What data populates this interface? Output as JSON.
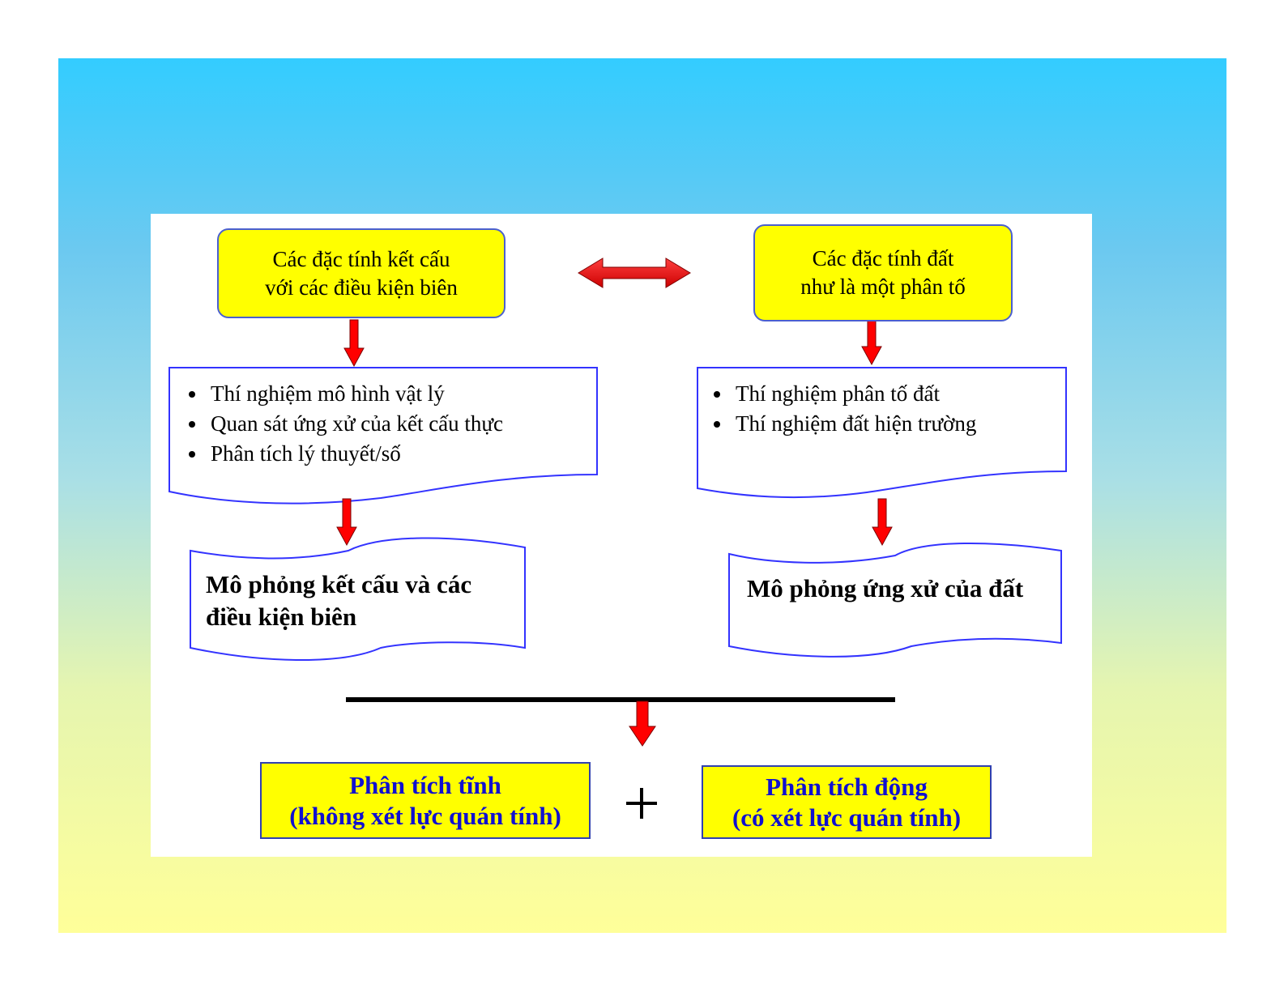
{
  "top_left_box": {
    "lines": [
      "Các đặc tính kết cấu",
      "với các điều kiện biên"
    ]
  },
  "top_right_box": {
    "lines": [
      "Các đặc tính đất",
      "như là một phân tố"
    ]
  },
  "left_list": [
    "Thí nghiệm mô hình vật lý",
    "Quan sát ứng xử của kết cấu thực",
    "Phân tích lý thuyết/số"
  ],
  "right_list": [
    "Thí nghiệm phân tố đất",
    "Thí nghiệm đất hiện trường"
  ],
  "left_result": {
    "lines": [
      "Mô phỏng kết cấu và các",
      "điều kiện biên"
    ]
  },
  "right_result": {
    "lines": [
      "Mô phỏng ứng xử của đất"
    ]
  },
  "bottom_left_box": {
    "lines": [
      "Phân tích tĩnh",
      "(không xét lực quán tính)"
    ]
  },
  "bottom_right_box": {
    "lines": [
      "Phân tích động",
      "(có xét lực quán tính)"
    ]
  },
  "plus_sign": "+",
  "colors": {
    "box_fill": "#ffff00",
    "box_border": "#4a5fd0",
    "arrow_red": "#ff0000",
    "bottom_text": "#1010d0",
    "doc_border": "#3333ff"
  }
}
